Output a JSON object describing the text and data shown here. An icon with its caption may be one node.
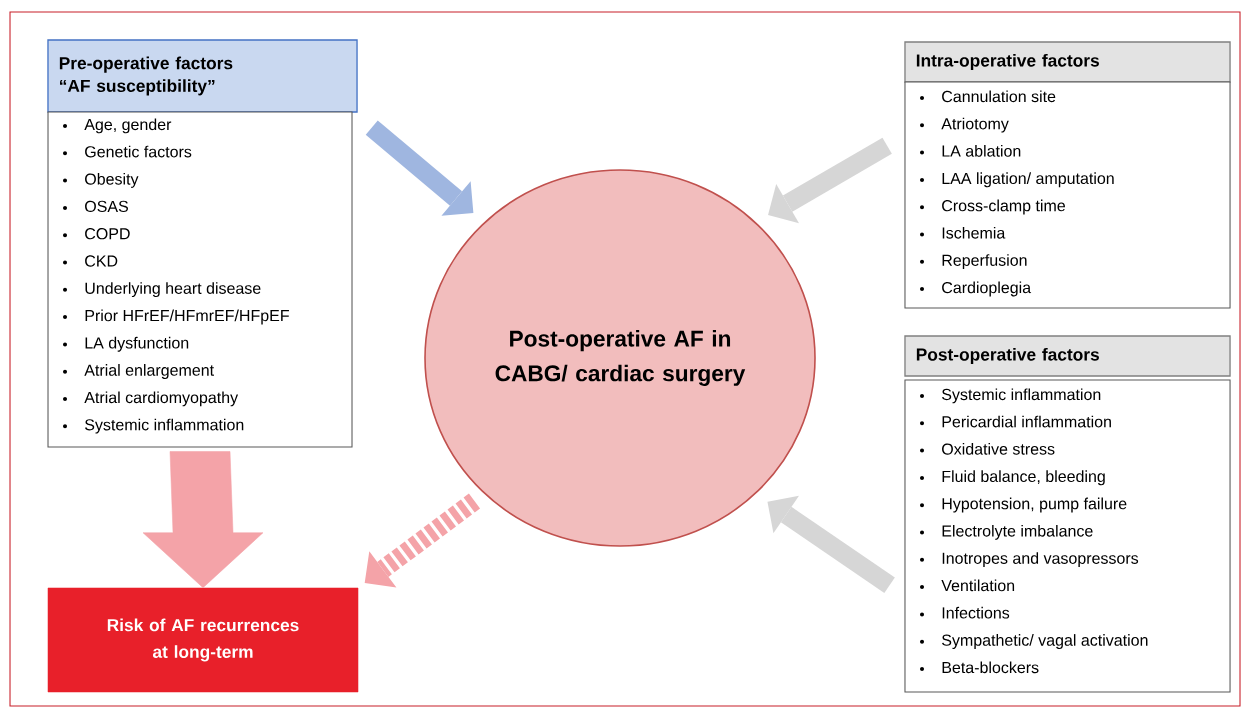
{
  "diagram": {
    "nodes": [
      {
        "text": [
          "Pre-operative factors “AF susceptibility”"
        ]
      },
      {
        "text": [
          "Age, gender",
          "Genetic factors",
          "Obesity",
          "OSAS",
          "COPD",
          "CKD",
          "Underlying heart disease",
          "Prior HFrEF/HFmrEF/HFpEF",
          "LA dysfunction",
          "Atrial enlargement",
          "Atrial cardiomyopathy",
          "Systemic inflammation"
        ]
      },
      {
        "text": [
          "Intra-operative factors"
        ]
      },
      {
        "text": [
          "Cannulation site",
          "Atriotomy",
          "LA ablation",
          "LAA ligation/ amputation",
          "Cross-clamp time",
          "Ischemia",
          "Reperfusion",
          "Cardioplegia"
        ]
      },
      {
        "text": [
          "Post-operative factors"
        ]
      },
      {
        "text": [
          "Systemic inflammation",
          "Pericardial inflammation",
          "Oxidative stress",
          "Fluid balance, bleeding",
          "Hypotension, pump failure",
          "Electrolyte imbalance",
          "Inotropes and vasopressors",
          "Ventilation",
          "Infections",
          "Sympathetic/ vagal activation",
          "Beta-blockers"
        ]
      },
      {
        "text": [
          "Post-operative AF in CABG/ cardiac surgery"
        ]
      },
      {
        "text": [
          "Risk of AF recurrences at long-term"
        ]
      }
    ],
    "edges": [
      {
        "from": 1,
        "to": 6,
        "arrow": "to",
        "color": "#9fb6e0"
      },
      {
        "from": 3,
        "to": 6,
        "arrow": "to",
        "color": "#d6d6d6"
      },
      {
        "from": 5,
        "to": 6,
        "arrow": "to",
        "color": "#d6d6d6"
      },
      {
        "from": 1,
        "to": 7,
        "arrow": "to",
        "style": "thick",
        "color": "#f4a3a8"
      },
      {
        "from": 6,
        "to": 7,
        "arrow": "to",
        "style": "dashed",
        "color": "#f4a3a8"
      }
    ]
  }
}
